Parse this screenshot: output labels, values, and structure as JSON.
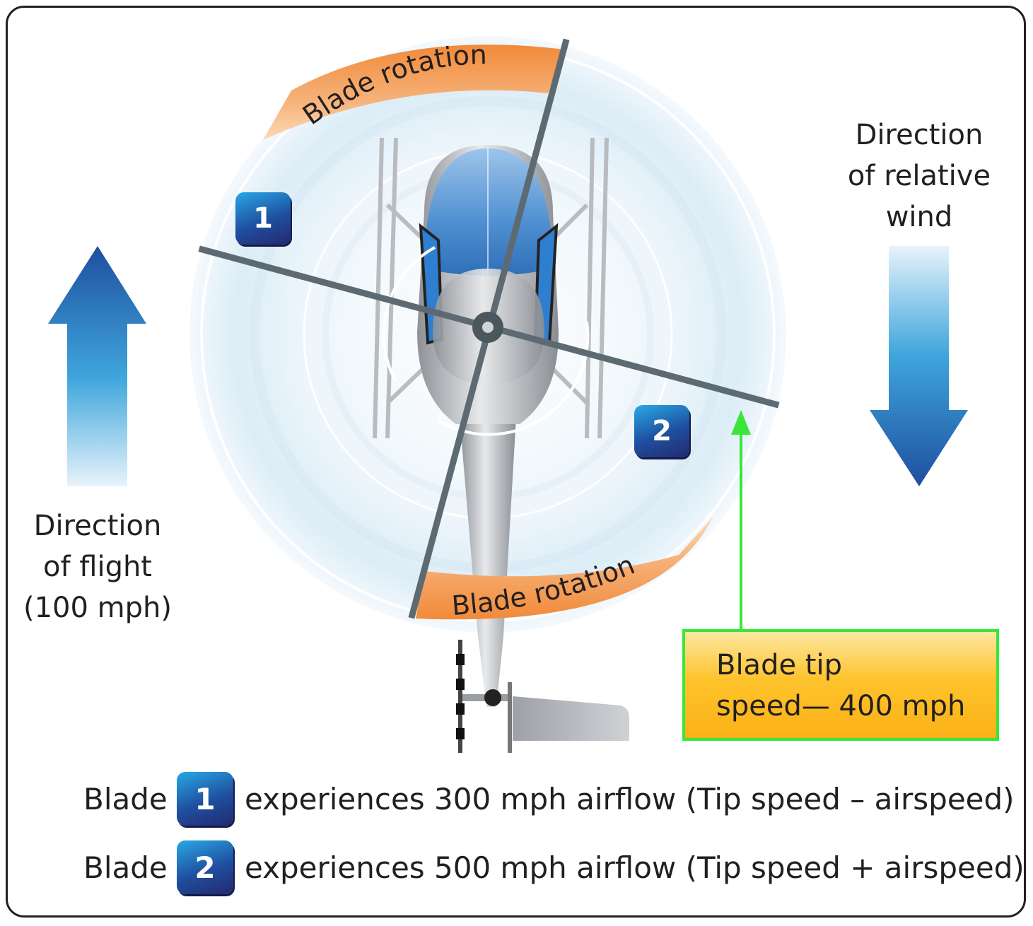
{
  "rotation_label_top": "Blade rotation",
  "rotation_label_bottom": "Blade rotation",
  "flight": {
    "line1": "Direction",
    "line2": "of flight",
    "line3": "(100 mph)"
  },
  "wind": {
    "line1": "Direction",
    "line2": "of relative",
    "line3": "wind"
  },
  "tip_speed": {
    "line1": "Blade tip",
    "line2": "speed— 400 mph"
  },
  "blade_badges": [
    "1",
    "2"
  ],
  "legend": [
    {
      "word": "Blade",
      "badge": "1",
      "text": "experiences 300 mph airflow (Tip speed – airspeed)"
    },
    {
      "word": "Blade",
      "badge": "2",
      "text": "experiences 500 mph airflow (Tip speed + airspeed)"
    }
  ],
  "colors": {
    "arrow_blue": "#1f5fae",
    "rotation_orange": "#f39a4c",
    "callout_green": "#39e639",
    "callout_fill": "#fec32c",
    "badge_navy": "#232a6e"
  }
}
